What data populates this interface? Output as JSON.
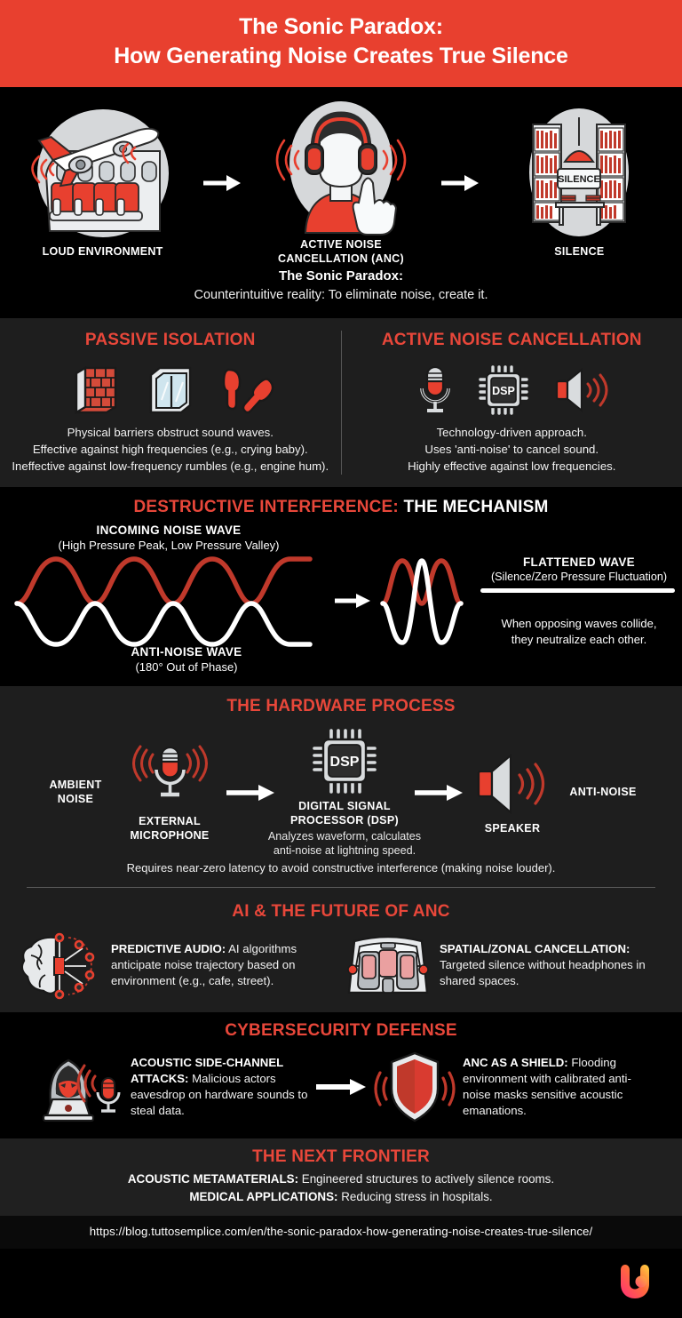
{
  "header": {
    "title_line1": "The Sonic Paradox:",
    "title_line2": "How Generating Noise Creates True Silence",
    "bg_color": "#e8402f"
  },
  "accent": {
    "red": "#e8473a",
    "deep_red": "#c0392b",
    "white": "#ffffff"
  },
  "hero": {
    "steps": [
      {
        "icon": "airplane-cabin-icon",
        "label": "LOUD ENVIRONMENT"
      },
      {
        "icon": "headphones-person-icon",
        "label": "ACTIVE NOISE\nCANCELLATION (ANC)",
        "label_l1": "ACTIVE NOISE",
        "label_l2": "CANCELLATION (ANC)"
      },
      {
        "icon": "library-silence-icon",
        "label": "SILENCE"
      }
    ],
    "arrow_icon": "arrow-right-icon",
    "silence_sign_text": "SILENCE",
    "paradox_heading": "The Sonic Paradox:",
    "paradox_text": "Counterintuitive reality: To eliminate noise, create it."
  },
  "compare": {
    "left": {
      "title": "PASSIVE ISOLATION",
      "icons": [
        "brick-wall-icon",
        "window-icon",
        "earplugs-icon"
      ],
      "lines": [
        "Physical barriers obstruct sound waves.",
        "Effective against high frequencies (e.g., crying baby).",
        "Ineffective against low-frequency rumbles (e.g., engine hum)."
      ]
    },
    "right": {
      "title": "ACTIVE NOISE CANCELLATION",
      "icons": [
        "microphone-icon",
        "dsp-chip-icon",
        "speaker-icon"
      ],
      "chip_label": "DSP",
      "lines": [
        "Technology-driven approach.",
        "Uses 'anti-noise' to cancel sound.",
        "Highly effective against low frequencies."
      ]
    }
  },
  "waves": {
    "title_red": "DESTRUCTIVE INTERFERENCE:",
    "title_white": "THE MECHANISM",
    "incoming_label": "INCOMING NOISE WAVE",
    "incoming_sub": "(High Pressure Peak, Low Pressure Valley)",
    "anti_label": "ANTI-NOISE WAVE",
    "anti_sub": "(180° Out of Phase)",
    "flattened_label": "FLATTENED WAVE",
    "flattened_sub": "(Silence/Zero Pressure Fluctuation)",
    "flattened_note": "When opposing waves collide,\nthey neutralize each other.",
    "flattened_note_l1": "When opposing waves collide,",
    "flattened_note_l2": "they neutralize each other.",
    "arrow_icon": "arrow-right-icon",
    "noise_wave_color": "#c0392b",
    "anti_wave_color": "#ffffff"
  },
  "hardware": {
    "title": "THE HARDWARE PROCESS",
    "input_label_l1": "AMBIENT",
    "input_label_l2": "NOISE",
    "output_label": "ANTI-NOISE",
    "nodes": [
      {
        "icon": "microphone-icon",
        "cap_l1": "EXTERNAL",
        "cap_l2": "MICROPHONE",
        "sub": ""
      },
      {
        "icon": "dsp-chip-icon",
        "chip_label": "DSP",
        "cap_l1": "DIGITAL SIGNAL",
        "cap_l2": "PROCESSOR (DSP)",
        "sub_l1": "Analyzes waveform, calculates",
        "sub_l2": "anti-noise at lightning speed."
      },
      {
        "icon": "speaker-icon",
        "cap_l1": "SPEAKER",
        "cap_l2": "",
        "sub": ""
      }
    ],
    "footnote": "Requires near-zero latency to avoid constructive interference (making noise louder)."
  },
  "ai": {
    "title": "AI & THE FUTURE OF ANC",
    "items": [
      {
        "icon": "brain-circuit-icon",
        "bold": "PREDICTIVE AUDIO:",
        "text": " AI algorithms anticipate noise trajectory based on environment (e.g., cafe, street)."
      },
      {
        "icon": "car-seats-icon",
        "bold": "SPATIAL/ZONAL CANCELLATION:",
        "text": " Targeted silence without headphones in shared spaces."
      }
    ]
  },
  "cyber": {
    "title": "CYBERSECURITY DEFENSE",
    "arrow_icon": "arrow-right-icon",
    "items": [
      {
        "icon": "hacker-microphone-icon",
        "bold": "ACOUSTIC SIDE-CHANNEL ATTACKS:",
        "text": " Malicious actors eavesdrop on hardware sounds to steal data."
      },
      {
        "icon": "shield-soundwave-icon",
        "bold": "ANC AS A SHIELD:",
        "text": " Flooding environment with calibrated anti-noise masks sensitive acoustic emanations."
      }
    ]
  },
  "frontier": {
    "title": "THE NEXT FRONTIER",
    "lines": [
      {
        "bold": "ACOUSTIC METAMATERIALS:",
        "text": " Engineered structures to actively silence rooms."
      },
      {
        "bold": "MEDICAL APPLICATIONS:",
        "text": " Reducing stress in hospitals."
      }
    ]
  },
  "footer": {
    "url": "https://blog.tuttosemplice.com/en/the-sonic-paradox-how-generating-noise-creates-true-silence/",
    "logo_icon": "tuttosemplice-logo-icon",
    "logo_gradient_from": "#ff4d8d",
    "logo_gradient_to": "#ffc93c"
  }
}
